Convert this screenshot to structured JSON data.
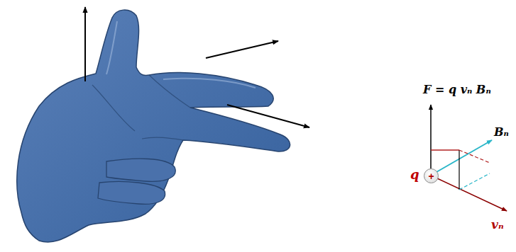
{
  "diagram": {
    "nodes": [
      {
        "text": [
          "+"
        ]
      }
    ],
    "labels": [
      "F = q vₙ Bₙ",
      "Bₙ",
      "q",
      "vₙ"
    ]
  }
}
